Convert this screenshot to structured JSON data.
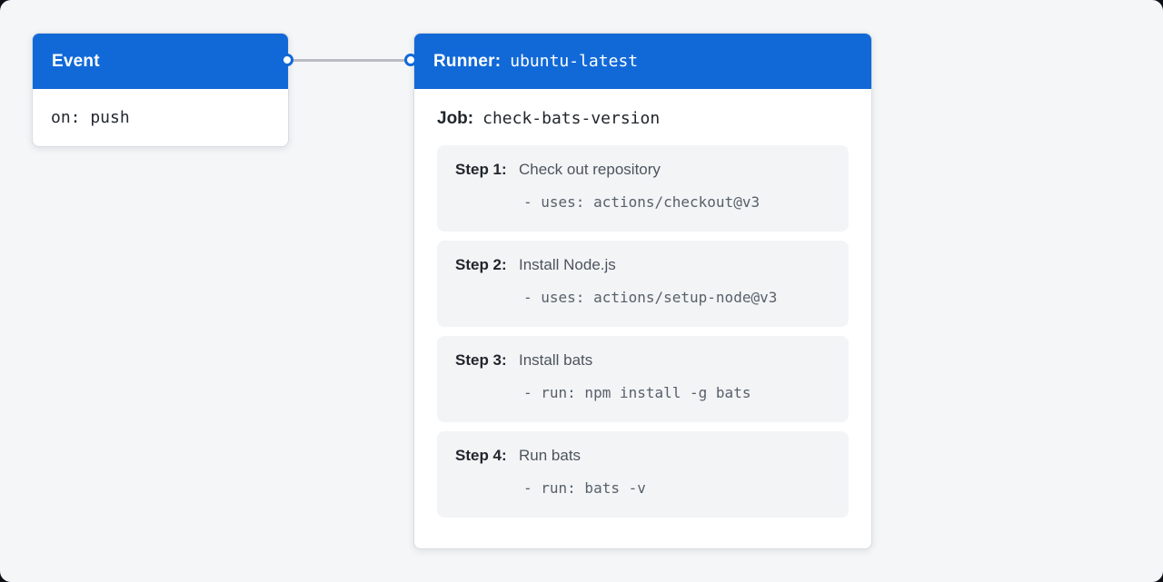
{
  "event_card": {
    "title": "Event",
    "body": "on: push"
  },
  "runner_card": {
    "title_label": "Runner:",
    "title_value": "ubuntu-latest",
    "job_label": "Job:",
    "job_value": "check-bats-version",
    "steps": [
      {
        "label": "Step 1:",
        "title": "Check out repository",
        "code": "- uses: actions/checkout@v3"
      },
      {
        "label": "Step 2:",
        "title": "Install Node.js",
        "code": "- uses: actions/setup-node@v3"
      },
      {
        "label": "Step 3:",
        "title": "Install bats",
        "code": "- run: npm install -g bats"
      },
      {
        "label": "Step 4:",
        "title": "Run bats",
        "code": "- run: bats -v"
      }
    ]
  },
  "colors": {
    "accent_blue": "#1169d8",
    "panel_background": "#f5f6f8",
    "card_background": "#ffffff",
    "step_background": "#f3f4f6",
    "text_dark": "#21262c",
    "text_gray": "#57606a",
    "connector_gray": "#b9bdc3",
    "outer_frame_dark": "#0d1117"
  }
}
